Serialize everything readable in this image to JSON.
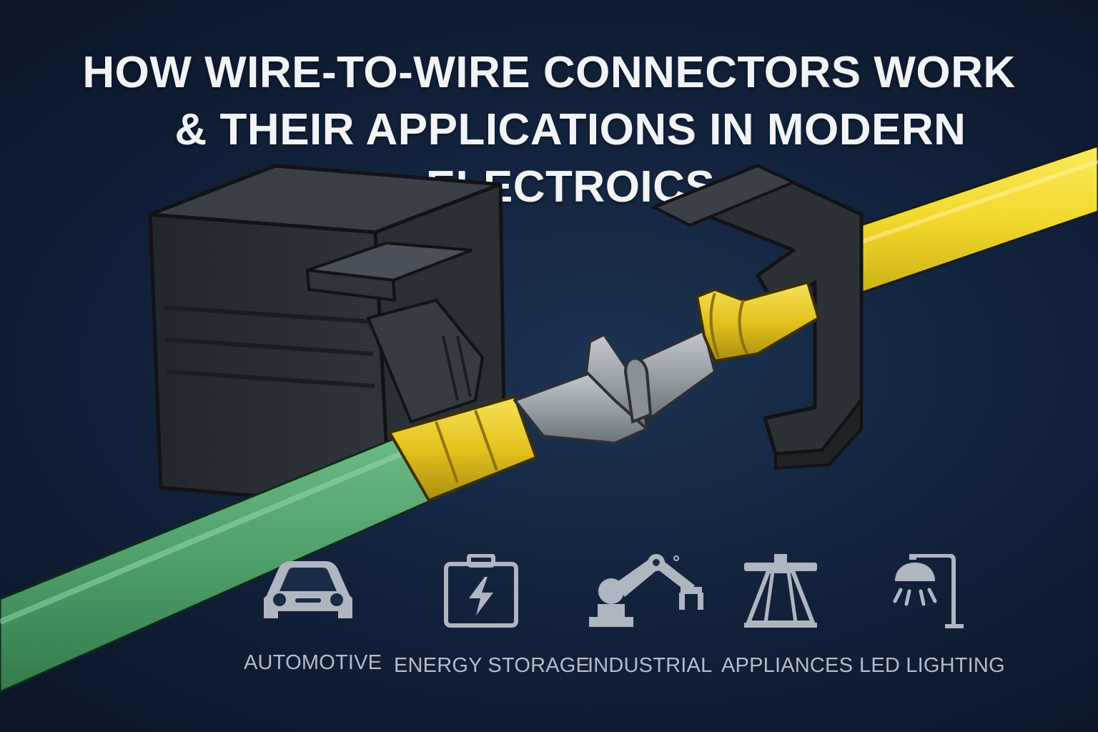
{
  "header": {
    "title_line1": "HOW WIRE-TO-WIRE CONNECTORS WORK",
    "title_line2": "& THEIR APPLICATIONS IN MODERN ELECTROICS"
  },
  "colors": {
    "background": "#13243f",
    "housing": "#2a2e35",
    "green_wire": "#4f9f6a",
    "yellow_wire": "#f0d82a",
    "terminal_gold": "#e4c21e",
    "terminal_silver": "#9aa0a8",
    "icon": "#aeb6c1"
  },
  "applications": [
    {
      "label": "AUTOMOTIVE",
      "icon": "car-icon"
    },
    {
      "label": "ENERGY STORAGE",
      "icon": "battery-bolt-icon"
    },
    {
      "label": "INDUSTRIAL",
      "icon": "robot-arm-icon"
    },
    {
      "label": "APPLIANCES",
      "icon": "appliance-icon"
    },
    {
      "label": "LED LIGHTING",
      "icon": "street-lamp-icon"
    }
  ]
}
